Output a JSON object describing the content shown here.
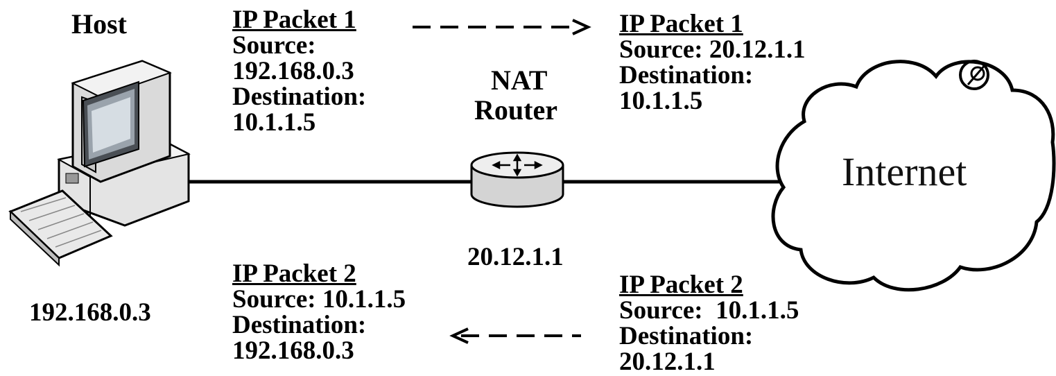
{
  "host": {
    "label": "Host",
    "ip": "192.168.0.3"
  },
  "router": {
    "label_line1": "NAT",
    "label_line2": "Router",
    "ip": "20.12.1.1"
  },
  "internet": {
    "label": "Internet"
  },
  "packet1_left": {
    "title": "IP Packet 1",
    "line1": "Source:",
    "line2": "192.168.0.3",
    "line3": "Destination:",
    "line4": "10.1.1.5"
  },
  "packet1_right": {
    "title": "IP Packet 1",
    "line1": "Source: 20.12.1.1",
    "line2": "Destination:",
    "line3": "10.1.1.5"
  },
  "packet2_left": {
    "title": "IP Packet 2",
    "line1": "Source: 10.1.1.5",
    "line2": "Destination:",
    "line3": "192.168.0.3"
  },
  "packet2_right": {
    "title": "IP Packet 2",
    "line1": "Source:  10.1.1.5",
    "line2": "Destination:",
    "line3": "20.12.1.1"
  }
}
